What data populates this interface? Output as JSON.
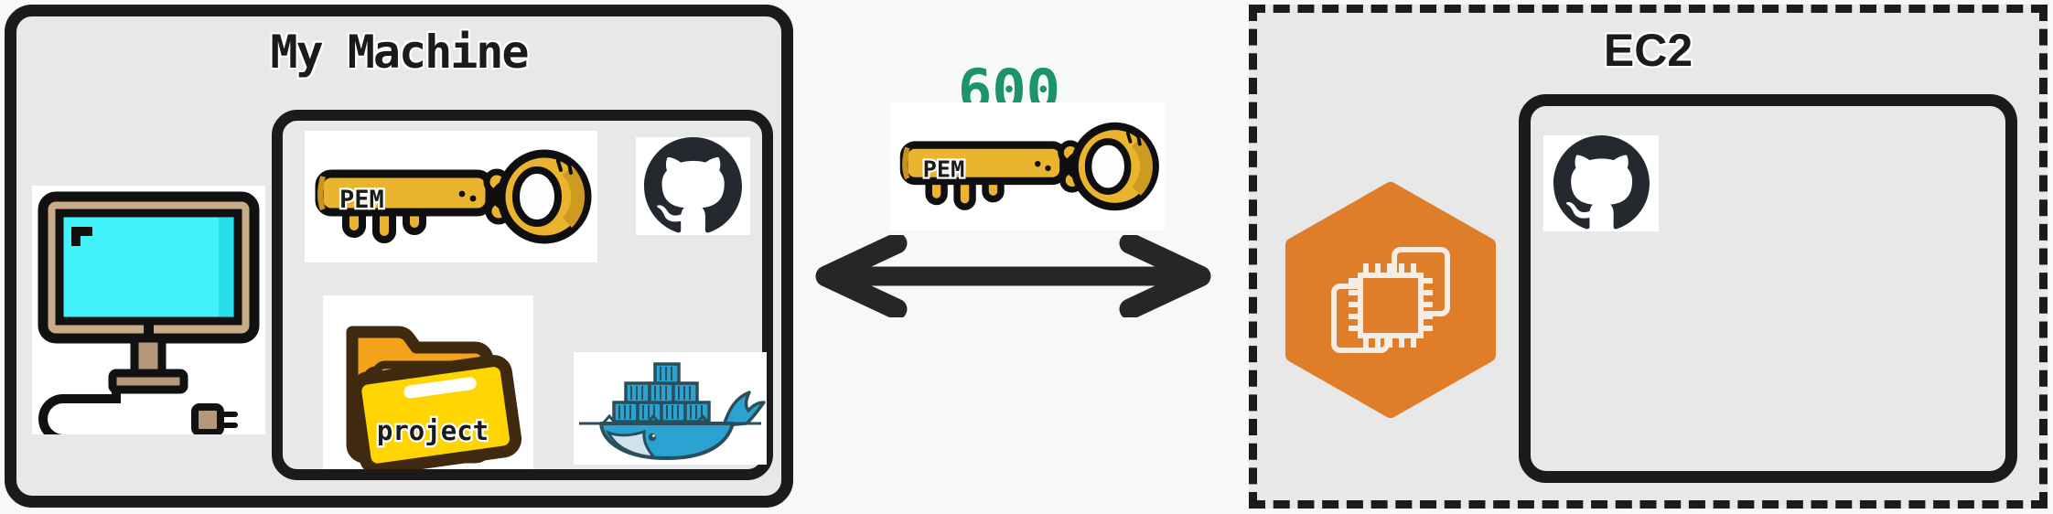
{
  "diagram": {
    "my_machine": {
      "title": "My Machine",
      "computer_icon": "desktop-computer-icon",
      "key": {
        "label": "PEM",
        "icon": "pem-key-icon"
      },
      "github_icon": "github-octocat-icon",
      "folder": {
        "label": "project",
        "icon": "project-folder-icon"
      },
      "docker_icon": "docker-whale-icon"
    },
    "transfer": {
      "permission": "600",
      "key": {
        "label": "PEM",
        "icon": "pem-key-icon"
      },
      "arrow_icon": "double-headed-arrow-icon"
    },
    "ec2": {
      "title": "EC2",
      "instance_icon": "aws-ec2-instance-icon",
      "github_icon": "github-octocat-icon"
    },
    "colors": {
      "page_background": "#f7f8fa",
      "box_fill": "#e8e8e8",
      "box_border": "#1b1b1b",
      "permission_green": "#1d9467",
      "aws_orange": "#e07d28",
      "key_gold": "#eab42e",
      "folder_yellow": "#ffd400",
      "folder_orange": "#f4a21c",
      "docker_blue": "#2aa3d2",
      "github_dark": "#24292f",
      "screen_cyan": "#41f2fa",
      "monitor_tan": "#c9ab87",
      "arrow_dark": "#262626"
    }
  }
}
